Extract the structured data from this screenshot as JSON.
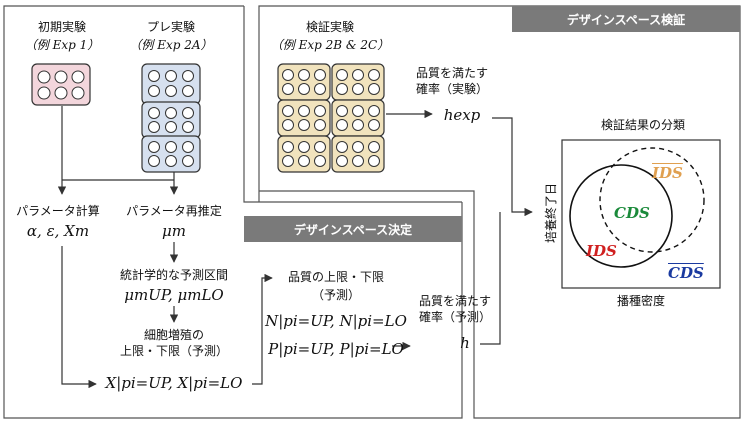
{
  "sections": {
    "design_space_verification": "デザインスペース検証",
    "design_space_decision": "デザインスペース決定"
  },
  "experiments": {
    "initial": {
      "title": "初期実験",
      "example": "（例 Exp 1）"
    },
    "pre": {
      "title": "プレ実験",
      "example": "（例 Exp 2A）"
    },
    "verification": {
      "title": "検証実験",
      "example": "（例 Exp 2B & 2C）"
    }
  },
  "steps": {
    "param_calc": {
      "label": "パラメータ計算",
      "math": "α, ε, Xm"
    },
    "param_reest": {
      "label": "パラメータ再推定",
      "math": "μm"
    },
    "interval": {
      "label": "統計学的な予測区間",
      "math": "μmUP, μmLO"
    },
    "cell_growth": {
      "line1": "細胞増殖の",
      "line2": "上限・下限（予測）",
      "math": "X|pi=UP, X|pi=LO"
    },
    "quality_bounds": {
      "line1": "品質の上限・下限",
      "line2": "（予測）",
      "math1": "N|pi=UP, N|pi=LO",
      "math2": "P|pi=UP, P|pi=LO"
    },
    "prob_pred": {
      "line1": "品質を満たす",
      "line2": "確率（予測）",
      "math": "h"
    },
    "prob_exp": {
      "line1": "品質を満たす",
      "line2": "確率（実験）",
      "math": "hexp"
    }
  },
  "classification": {
    "title": "検証結果の分類",
    "ylabel": "培養終了日",
    "xlabel": "播種密度",
    "regions": {
      "ids_bar": "IDS",
      "cds": "CDS",
      "ids": "IDS",
      "cds_bar": "CDS"
    },
    "colors": {
      "ids_bar": "#e0a050",
      "cds": "#1a8a3a",
      "ids": "#d02020",
      "cds_bar": "#1a3aa0"
    }
  }
}
